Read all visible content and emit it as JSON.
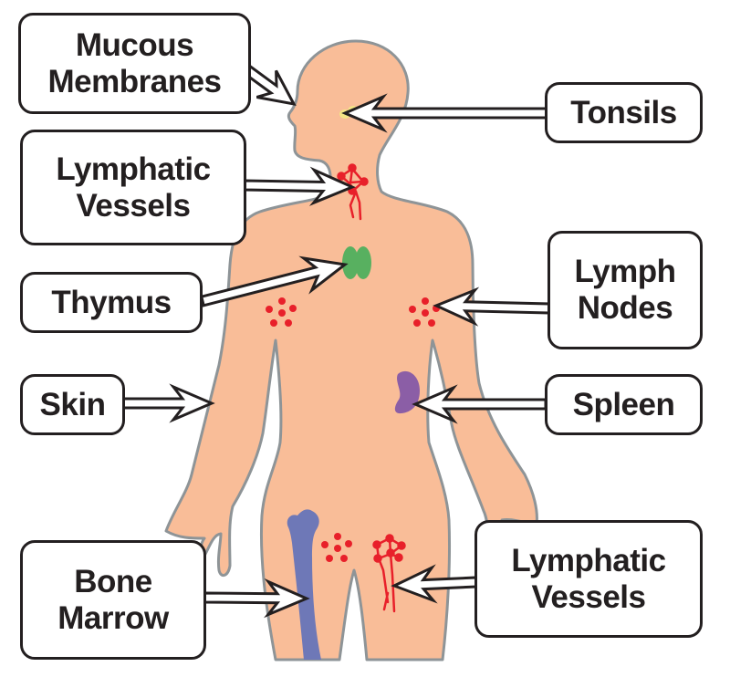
{
  "labels": {
    "mucous_membranes": [
      "Mucous",
      "Membranes"
    ],
    "tonsils": [
      "Tonsils"
    ],
    "lymphatic_vessels_upper": [
      "Lymphatic",
      "Vessels"
    ],
    "thymus": [
      "Thymus"
    ],
    "lymph_nodes": [
      "Lymph",
      "Nodes"
    ],
    "skin": [
      "Skin"
    ],
    "spleen": [
      "Spleen"
    ],
    "bone_marrow": [
      "Bone",
      "Marrow"
    ],
    "lymphatic_vessels_lower": [
      "Lymphatic",
      "Vessels"
    ]
  },
  "colors": {
    "skin": "#f9bd98",
    "outline": "#8e9497",
    "tonsils": "#f5e585",
    "thymus": "#58b060",
    "lymph": "#e8202a",
    "spleen": "#8b5ea6",
    "bone": "#6e78b7"
  }
}
